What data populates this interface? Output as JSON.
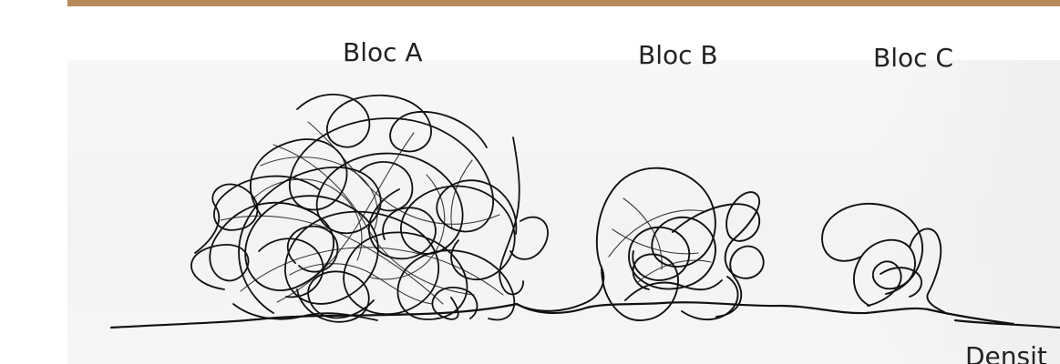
{
  "colors": {
    "top_bar": "#b68a57",
    "ink": "#111111",
    "paper": "#f4f4f4"
  },
  "labels": {
    "bloc_a": "Bloc A",
    "bloc_b": "Bloc B",
    "bloc_c": "Bloc C",
    "axis_fragment": "Densit"
  }
}
